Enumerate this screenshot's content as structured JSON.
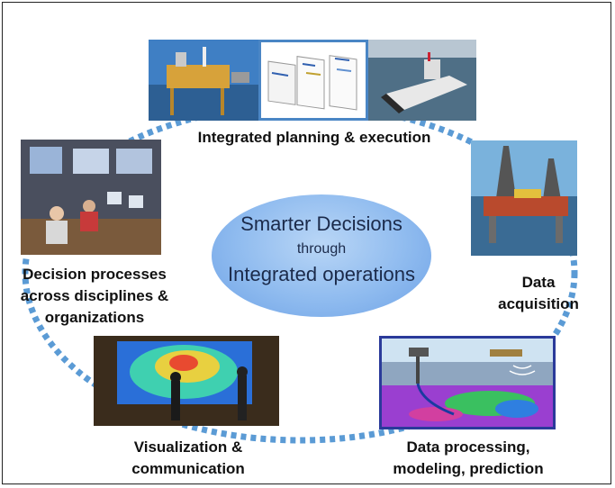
{
  "center": {
    "line1": "Smarter Decisions",
    "line2": "through",
    "line3": "Integrated operations"
  },
  "labels": {
    "planning": "Integrated planning & execution",
    "acquisition_1": "Data",
    "acquisition_2": "acquisition",
    "processing_1": "Data processing,",
    "processing_2": "modeling, prediction",
    "visualization_1": "Visualization &",
    "visualization_2": "communication",
    "decision_1": "Decision processes",
    "decision_2": "across disciplines &",
    "decision_3": "organizations"
  },
  "colors": {
    "cycle_dots": "#5b9bd5",
    "ellipse": "#8fbbef",
    "ellipse_text": "#1b2a4a",
    "photo_frame": "#4a86c5"
  },
  "icons": {
    "cycle": "dotted-circle-arrow"
  }
}
